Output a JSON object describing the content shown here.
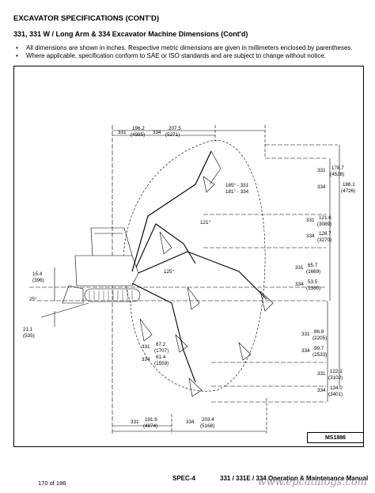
{
  "header": {
    "title": "EXCAVATOR SPECIFICATIONS (CONT'D)",
    "subtitle": "331, 331 W / Long Arm  & 334 Excavator Machine Dimensions (Cont'd)"
  },
  "notes": [
    "All dimensions are shown in inches. Respective metric dimensions are given in millimeters enclosed by parentheses.",
    "Where applicable, specification conform to SAE or ISO standards and are subject to change without notice."
  ],
  "figure": {
    "id": "MS1886",
    "top_dims": {
      "m331": "331",
      "v331": "196.2",
      "mm331": "(4985)",
      "m334": "334",
      "v334": "207.5",
      "mm334": "(5271)"
    },
    "bottom_dims": {
      "m331": "331",
      "v331": "191.9",
      "mm331": "(4874)",
      "m334": "334",
      "v334": "203.4",
      "mm334": "(5168)"
    },
    "left_dims": [
      {
        "v": "15.4",
        "mm": "(396)"
      },
      {
        "v": "25°",
        "mm": ""
      },
      {
        "v": "21.1",
        "mm": "(535)"
      }
    ],
    "angles": {
      "a1": "185° - 331",
      "a2": "181° - 334",
      "a3": "121°",
      "a4": "125°"
    },
    "right_dims": [
      {
        "m": "331",
        "v": "178.7",
        "mm": "(4538)"
      },
      {
        "m": "334",
        "v": "186.1",
        "mm": "(4726)"
      },
      {
        "m": "331",
        "v": "121.6",
        "mm": "(3089)"
      },
      {
        "m": "334",
        "v": "128.7",
        "mm": "(3270)"
      },
      {
        "m": "331",
        "v": "65.7",
        "mm": "(1669)"
      },
      {
        "m": "334",
        "v": "53.5",
        "mm": "(1360)"
      },
      {
        "m": "331",
        "v": "86.8",
        "mm": "(2205)"
      },
      {
        "m": "334",
        "v": "99.7",
        "mm": "(2533)"
      },
      {
        "m": "331",
        "v": "122.1",
        "mm": "(3102)"
      },
      {
        "m": "334",
        "v": "134.0",
        "mm": "(3401)"
      }
    ],
    "middle_dims": [
      {
        "m": "331",
        "v": "67.2",
        "mm": "(1707)"
      },
      {
        "m": "334",
        "v": "61.4",
        "mm": "(1559)"
      }
    ]
  },
  "footer": {
    "page": "170 of 186",
    "spec": "SPEC-4",
    "manual": "331 / 331E / 334 Operation & Maintenance Manual",
    "watermark": "www.epcatalogs.com"
  }
}
